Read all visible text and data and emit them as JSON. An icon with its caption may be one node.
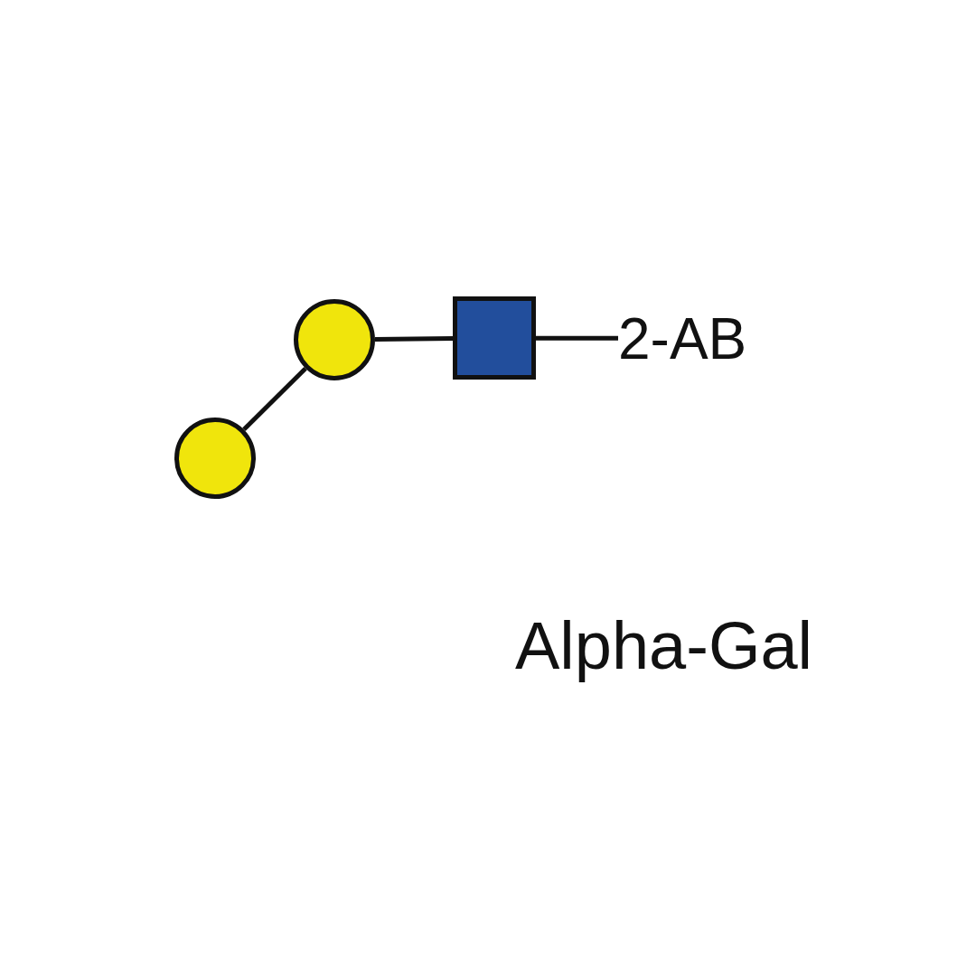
{
  "diagram": {
    "nodes": [
      {
        "text": [],
        "shape": "circle"
      },
      {
        "text": [],
        "shape": "circle"
      },
      {
        "text": [],
        "shape": "box"
      },
      {
        "text": [
          "2-AB"
        ]
      }
    ],
    "edges": [
      {
        "from": 0,
        "to": 1,
        "arrow": "none"
      },
      {
        "from": 1,
        "to": 2,
        "arrow": "none"
      },
      {
        "from": 2,
        "to": 3,
        "arrow": "none"
      }
    ],
    "labels": [
      "Alpha-Gal"
    ]
  }
}
